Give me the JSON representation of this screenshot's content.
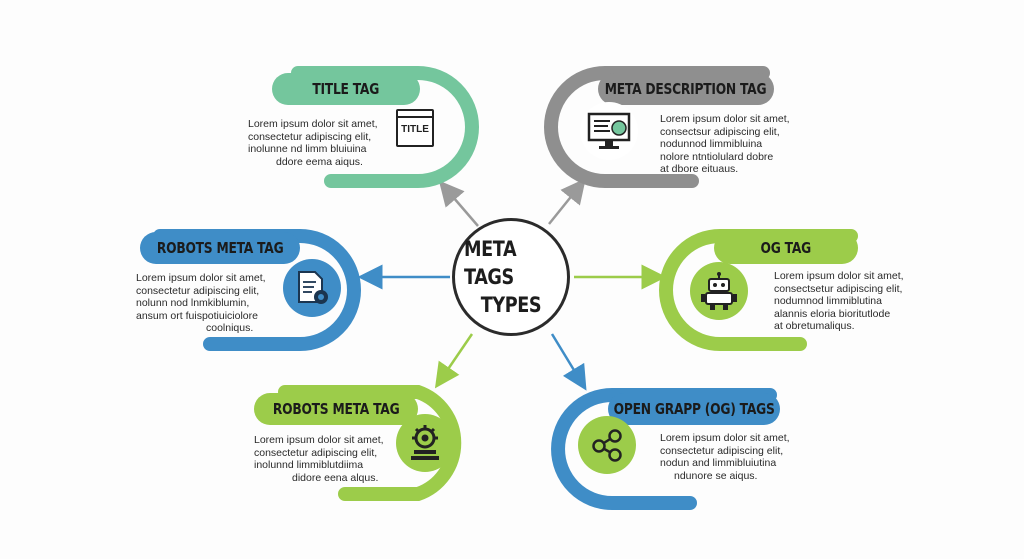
{
  "center": {
    "line1": "META TAGS",
    "line2": "TYPES"
  },
  "cards": {
    "title_tag": {
      "title": "TITLE TAG",
      "icon_label": "TITLE",
      "lines": [
        "Lorem ipsum dolor sit amet,",
        "consectetur adipiscing elit,",
        "inolunne nd limm bluiuina",
        "ddore eema aiqus."
      ]
    },
    "meta_description": {
      "title": "META DESCRIPTION TAG",
      "lines": [
        "Lorem ipsum dolor sit amet,",
        "consectsur adipiscing elit,",
        "nodunnod limmibluina",
        "nolore ntntiolulard dobre",
        "at dbore eituaus."
      ]
    },
    "robots_top": {
      "title": "ROBOTS META TAG",
      "lines": [
        "Lorem ipsum dolor sit amet,",
        "consectetur adipiscing elit,",
        "nolunn nod lnmkiblumin,",
        "ansum ort fuispotiuiciolore",
        "coolniqus."
      ]
    },
    "og_tag": {
      "title": "OG TAG",
      "lines": [
        "Lorem ipsum dolor sit amet,",
        "consectsetur adipiscing elit,",
        "nodumnod limmiblutina",
        "alannis eloria bioritutlode",
        "at obretumaliqus."
      ]
    },
    "robots_bottom": {
      "title": "ROBOTS META TAG",
      "lines": [
        "Lorem ipsum dolor sit amet,",
        "consectetur adipiscing elit,",
        "inolunnd limmiblutdiima",
        "didore eena alqus."
      ]
    },
    "open_graph": {
      "title": "OPEN GRAPP (OG) TAGS",
      "lines": [
        "Lorem ipsum dolor sit amet,",
        "consectetur adipiscing elit,",
        "nodun and limmibluiutina",
        "ndunore se aiqus."
      ]
    }
  },
  "colors": {
    "green": "#74c69d",
    "gray": "#8f8f8f",
    "blue": "#3f8dc7",
    "lime": "#9ccc4a",
    "center_border": "#2b2b2b"
  }
}
